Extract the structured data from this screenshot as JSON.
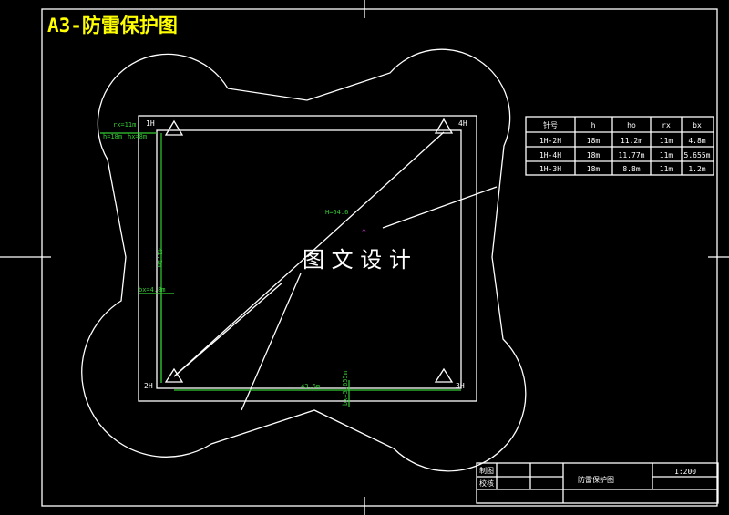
{
  "title": "A3-防雷保护图",
  "watermark": "图 文 设 计",
  "rods": [
    "1H",
    "4H",
    "2H",
    "3H"
  ],
  "dimensions": {
    "rx": "rx=11m",
    "h": "h=18m",
    "hx": "hx=8m",
    "left_len": "41.1m",
    "bx_left": "bx=4.8m",
    "bottom_len": "43.6m",
    "bx_bottom": "bx=5.655m",
    "H": "H=64.6"
  },
  "table": {
    "headers": [
      "针号",
      "h",
      "ho",
      "rx",
      "bx"
    ],
    "rows": [
      [
        "1H-2H",
        "18m",
        "11.2m",
        "11m",
        "4.8m"
      ],
      [
        "1H-4H",
        "18m",
        "11.77m",
        "11m",
        "5.655m"
      ],
      [
        "1H-3H",
        "18m",
        "8.8m",
        "11m",
        "1.2m"
      ]
    ]
  },
  "title_block": {
    "drawn": "制图",
    "checked": "校核",
    "name": "防雷保护图",
    "scale": "1:200"
  },
  "colors": {
    "title": "#ffff00",
    "dim": "#33cc33",
    "line": "#ffffff",
    "marker": "#cc33cc"
  }
}
